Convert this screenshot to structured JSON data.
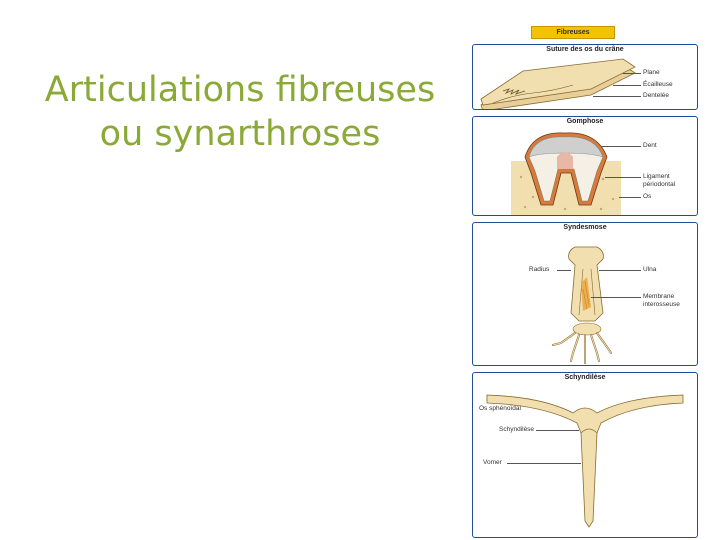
{
  "slide": {
    "title_line1": "Articulations fibreuses",
    "title_line2": "ou synarthroses"
  },
  "figure": {
    "header": "Fibreuses",
    "panels": [
      {
        "title": "Suture des os du crâne",
        "labels": [
          "Plane",
          "Écailleuse",
          "Dentelée"
        ]
      },
      {
        "title": "Gomphose",
        "labels": [
          "Dent",
          "Ligament\npériodontal",
          "Os"
        ]
      },
      {
        "title": "Syndesmose",
        "labels": [
          "Radius",
          "Ulna",
          "Membrane\ninterosseuse"
        ]
      },
      {
        "title": "Schyndilèse",
        "labels": [
          "Os sphénoïdal",
          "Schyndilèse",
          "Vomer"
        ]
      }
    ]
  },
  "colors": {
    "title_green": "#8aa936",
    "panel_border": "#1e4f8f",
    "header_yellow": "#f5c200",
    "bone": "#f2dfb0",
    "enamel": "#cfcfcf"
  }
}
